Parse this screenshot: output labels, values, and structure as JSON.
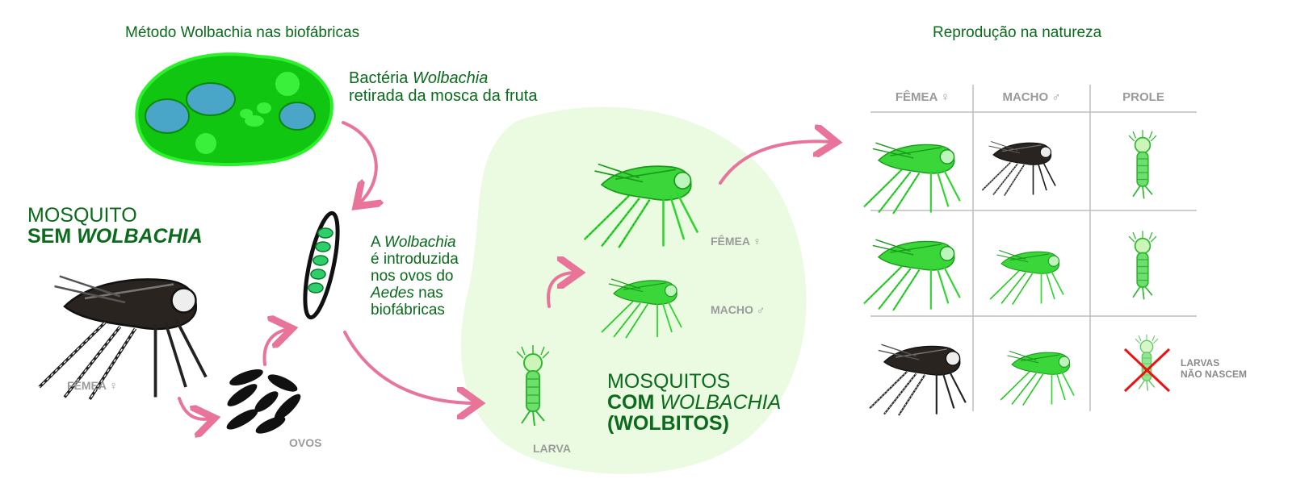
{
  "titles": {
    "left": "Método Wolbachia nas biofábricas",
    "right": "Reprodução na natureza"
  },
  "bacteria": {
    "line1_pre": "Bactéria ",
    "line1_it": "Wolbachia",
    "line2": "retirada da mosca da fruta"
  },
  "wild": {
    "line1": "MOSQUITO",
    "line2_bold": "SEM ",
    "line2_it": "WOLBACHIA",
    "female_label": "FÊMEA ♀"
  },
  "eggs_label": "OVOS",
  "intro": {
    "l1_pre": "A ",
    "l1_it": "Wolbachia",
    "l2": "é introduzida",
    "l3": "nos ovos do",
    "l4_it": "Aedes",
    "l4_post": " nas",
    "l5": "biofábricas"
  },
  "wolbitos": {
    "female_label": "FÊMEA ♀",
    "male_label": "MACHO ♂",
    "larva_label": "LARVA",
    "line1": "MOSQUITOS",
    "line2_pre": "COM ",
    "line2_it": "WOLBACHIA",
    "line3": "(WOLBITOS)"
  },
  "grid": {
    "headers": [
      "FÊMEA ♀",
      "MACHO ♂",
      "PROLE"
    ],
    "no_larva_line1": "LARVAS",
    "no_larva_line2": "NÃO NASCEM"
  },
  "colors": {
    "dark_green": "#0b6a1c",
    "bright_green": "#2fd42f",
    "arrow_pink": "#e8749a",
    "light_blob": "#eafbe1",
    "grey_label": "#9b9b9b"
  }
}
